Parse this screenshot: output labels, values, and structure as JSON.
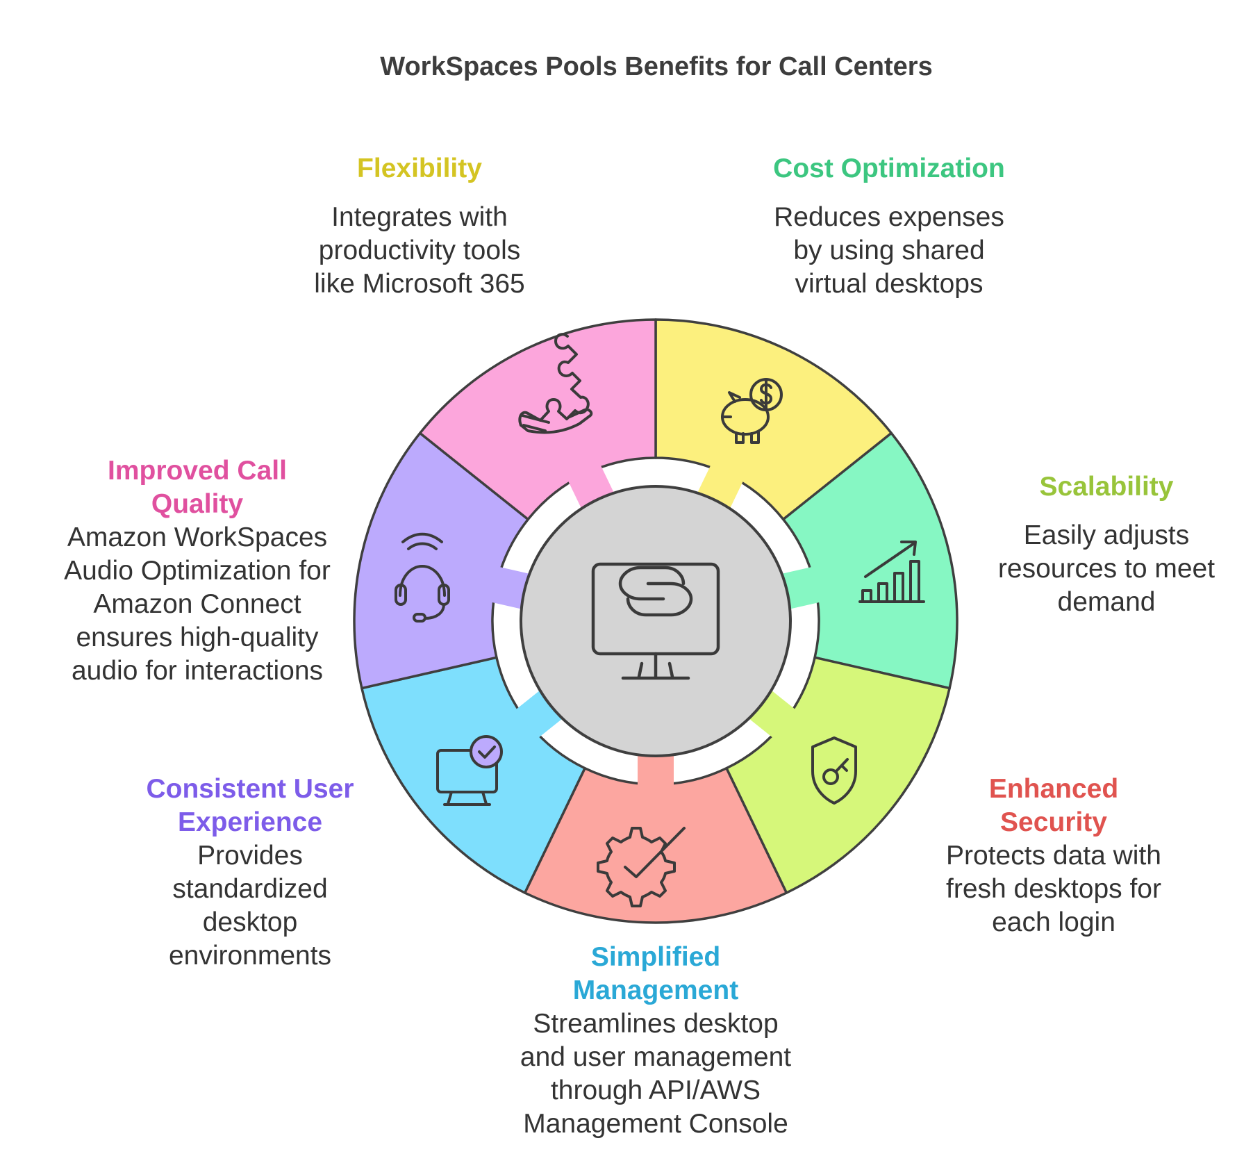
{
  "title": "WorkSpaces Pools Benefits for Call Centers",
  "center": {
    "icon": "workspaces-monitor-icon"
  },
  "segments": [
    {
      "id": "flexibility",
      "title_lines": [
        "Flexibility"
      ],
      "desc_lines": [
        "Integrates with",
        "productivity tools",
        "like Microsoft 365"
      ],
      "color": "#FCF07E",
      "title_color": "#D4C422",
      "icon": "puzzle-hand-icon"
    },
    {
      "id": "cost-optimization",
      "title_lines": [
        "Cost Optimization"
      ],
      "desc_lines": [
        "Reduces expenses",
        "by using shared",
        "virtual desktops"
      ],
      "color": "#86F7C3",
      "title_color": "#3CC680",
      "icon": "piggy-bank-icon"
    },
    {
      "id": "scalability",
      "title_lines": [
        "Scalability"
      ],
      "desc_lines": [
        "Easily adjusts",
        "resources to meet",
        "demand"
      ],
      "color": "#D6F77A",
      "title_color": "#98C43A",
      "icon": "growth-chart-icon"
    },
    {
      "id": "enhanced-security",
      "title_lines": [
        "Enhanced",
        "Security"
      ],
      "desc_lines": [
        "Protects data with",
        "fresh desktops for",
        "each login"
      ],
      "color": "#FCA6A0",
      "title_color": "#E0534F",
      "icon": "shield-key-icon"
    },
    {
      "id": "simplified-management",
      "title_lines": [
        "Simplified",
        "Management"
      ],
      "desc_lines": [
        "Streamlines desktop",
        "and user management",
        "through API/AWS",
        "Management Console"
      ],
      "color": "#7EDFFD",
      "title_color": "#2AA8D6",
      "icon": "gear-check-icon"
    },
    {
      "id": "consistent-user-experience",
      "title_lines": [
        "Consistent User",
        "Experience"
      ],
      "desc_lines": [
        "Provides",
        "standardized",
        "desktop",
        "environments"
      ],
      "color": "#BCAAFD",
      "title_color": "#7D5CE9",
      "icon": "monitor-check-icon"
    },
    {
      "id": "improved-call-quality",
      "title_lines": [
        "Improved Call",
        "Quality"
      ],
      "desc_lines": [
        "Amazon WorkSpaces",
        "Audio Optimization for",
        "Amazon Connect",
        "ensures high-quality",
        "audio for interactions"
      ],
      "color": "#FCA6DC",
      "title_color": "#E0509F",
      "icon": "headset-icon"
    }
  ]
}
